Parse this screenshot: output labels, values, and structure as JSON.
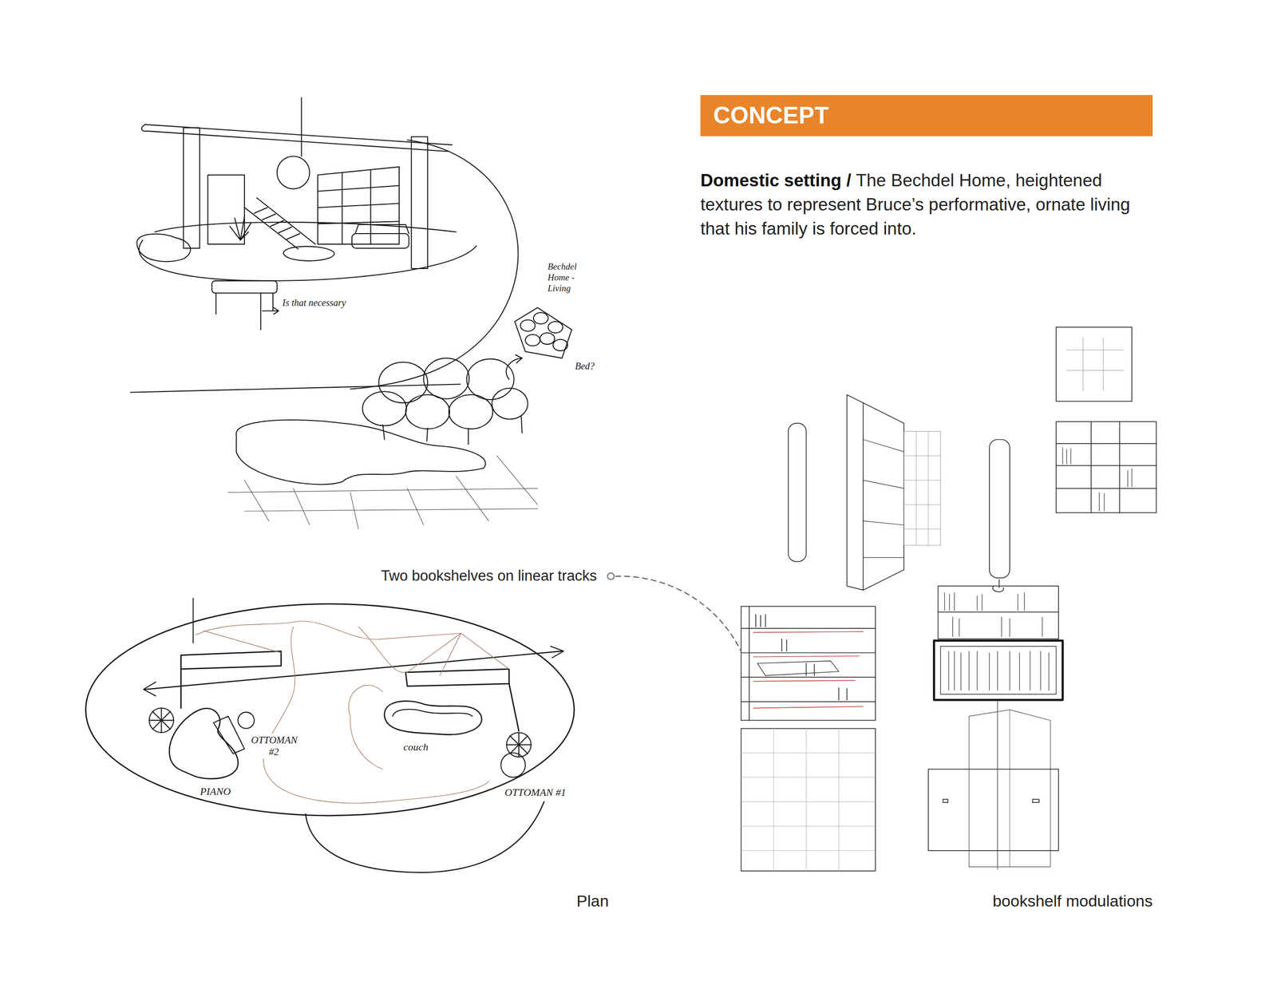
{
  "diagram": {
    "title": "CONCEPT",
    "labels": [
      "Domestic setting /",
      "The Bechdel Home, heightened textures to represent Bruce’s performative, ornate living that his family is forced into.",
      "Is that necessary",
      "Bechdel Home - Living",
      "Bed?",
      "Two bookshelves on linear tracks",
      "OTTOMAN #2",
      "couch",
      "PIANO",
      "OTTOMAN #1",
      "Plan",
      "bookshelf modulations"
    ]
  }
}
